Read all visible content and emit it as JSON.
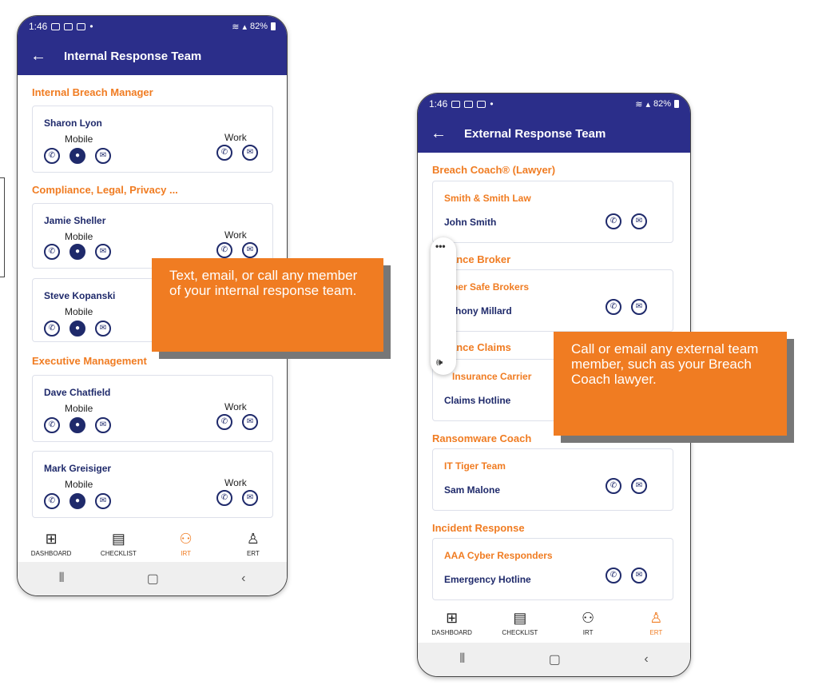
{
  "phone1": {
    "status_time": "1:46",
    "status_battery": "82%",
    "title": "Internal Response Team",
    "sections": [
      {
        "title": "Internal Breach Manager"
      },
      {
        "title": "Compliance, Legal, Privacy ..."
      },
      {
        "title": "Executive Management"
      }
    ],
    "contacts": [
      {
        "name": "Sharon Lyon",
        "mobile": "Mobile",
        "work": "Work"
      },
      {
        "name": "Jamie Sheller",
        "mobile": "Mobile",
        "work": "Work"
      },
      {
        "name": "Steve Kopanski",
        "mobile": "Mobile"
      },
      {
        "name": "Dave Chatfield",
        "mobile": "Mobile",
        "work": "Work"
      },
      {
        "name": "Mark Greisiger",
        "mobile": "Mobile",
        "work": "Work"
      }
    ],
    "nav": [
      "DASHBOARD",
      "CHECKLIST",
      "IRT",
      "ERT"
    ],
    "active_nav": "IRT"
  },
  "phone2": {
    "status_time": "1:46",
    "status_battery": "82%",
    "title": "External  Response Team",
    "sections": [
      {
        "title": "Breach Coach® (Lawyer)"
      },
      {
        "title": "urance Broker"
      },
      {
        "title": "urance Claims"
      },
      {
        "title": "Ransomware Coach"
      },
      {
        "title": "Incident Response"
      }
    ],
    "contacts": [
      {
        "org": "Smith & Smith Law",
        "name": "John Smith"
      },
      {
        "org": "ber Safe Brokers",
        "name": "thony Millard"
      },
      {
        "org": "Insurance Carrier",
        "name": "Claims Hotline"
      },
      {
        "org": "IT Tiger Team",
        "name": "Sam Malone"
      },
      {
        "org": "AAA Cyber Responders",
        "name": "Emergency Hotline"
      }
    ],
    "nav": [
      "DASHBOARD",
      "CHECKLIST",
      "IRT",
      "ERT"
    ],
    "active_nav": "ERT"
  },
  "callouts": [
    "Text, email, or call any member of your internal response team.",
    "Call or email any external team member, such as your Breach Coach lawyer."
  ],
  "colors": {
    "primary": "#2b2e8a",
    "accent": "#f07c22",
    "text": "#1f2a6b"
  },
  "icons": {
    "back": "arrow-left-icon",
    "call": "phone-icon",
    "text": "chat-bubble-icon",
    "email": "envelope-icon",
    "dashboard": "grid-icon",
    "checklist": "clipboard-icon",
    "irt": "group-icon",
    "ert": "team-pyramid-icon"
  }
}
